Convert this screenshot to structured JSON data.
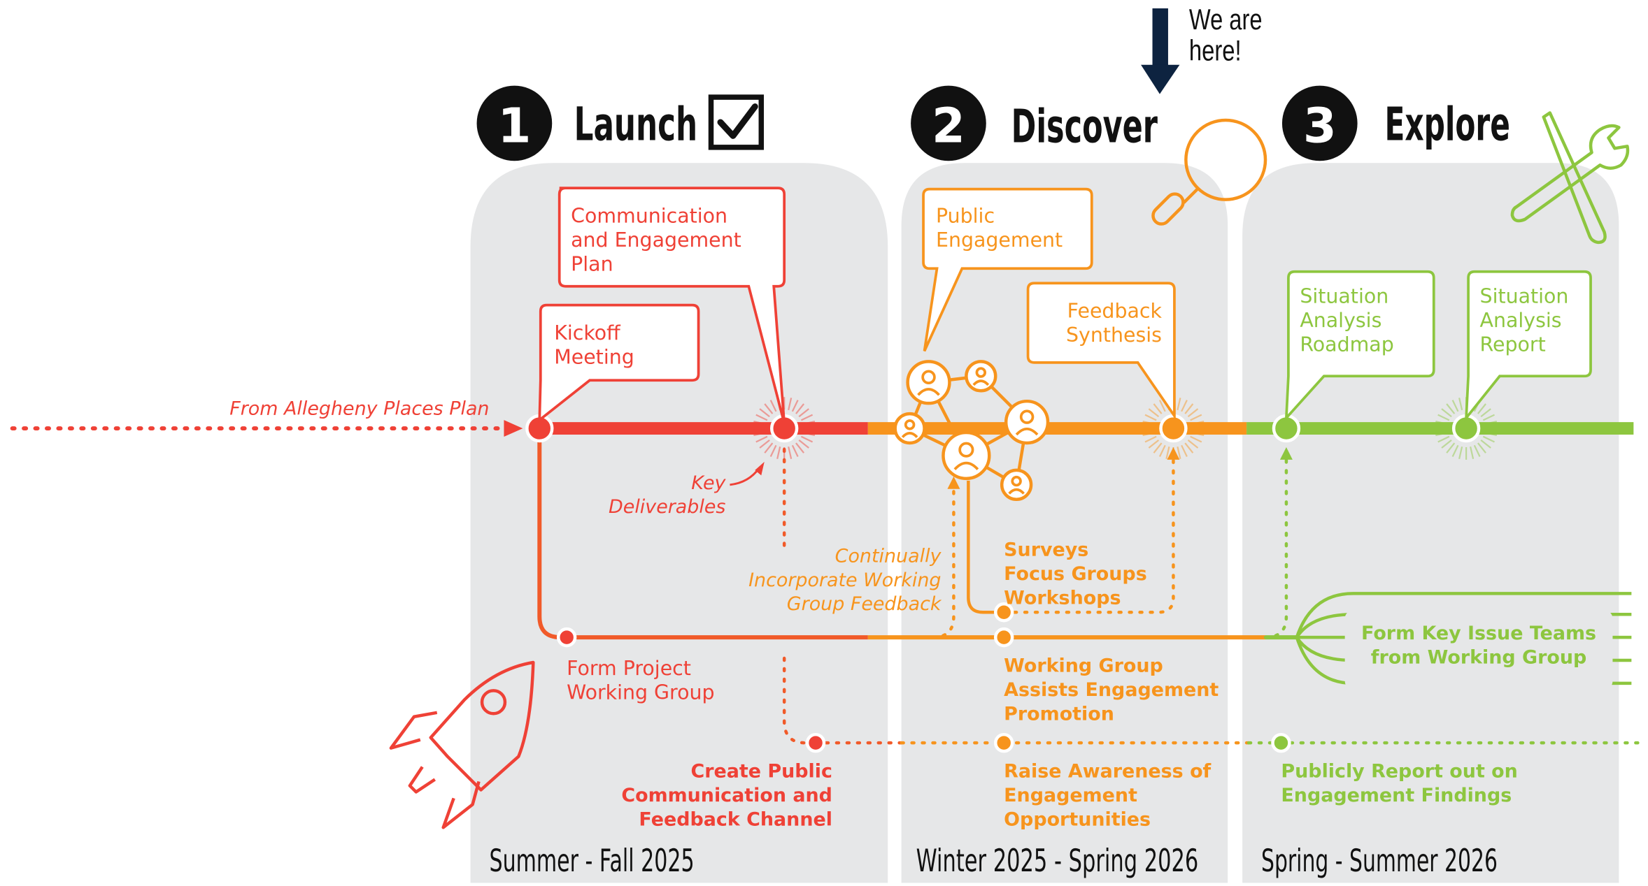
{
  "colors": {
    "red": "#ef4136",
    "orange": "#f7941d",
    "green": "#8dc63f",
    "navy": "#0d2340",
    "panel": "#e6e7e8",
    "black": "#111111"
  },
  "marker": {
    "text_line1": "We are",
    "text_line2": "here!"
  },
  "phases": [
    {
      "number": "1",
      "name": "Launch",
      "period": "Summer - Fall 2025",
      "icon": "checkbox-icon"
    },
    {
      "number": "2",
      "name": "Discover",
      "period": "Winter 2025 - Spring 2026",
      "icon": "magnifier-icon"
    },
    {
      "number": "3",
      "name": "Explore",
      "period": "Spring - Summer 2026",
      "icon": "tools-icon"
    }
  ],
  "callouts": {
    "comm_plan": [
      "Communication",
      "and Engagement",
      "Plan"
    ],
    "kickoff": [
      "Kickoff",
      "Meeting"
    ],
    "public_engagement": [
      "Public",
      "Engagement"
    ],
    "feedback_synthesis": [
      "Feedback",
      "Synthesis"
    ],
    "situation_roadmap": [
      "Situation",
      "Analysis",
      "Roadmap"
    ],
    "situation_report": [
      "Situation",
      "Analysis",
      "Report"
    ]
  },
  "labels": {
    "from_plan": "From Allegheny Places Plan",
    "key_deliverables": [
      "Key",
      "Deliverables"
    ],
    "continually": [
      "Continually",
      "Incorporate Working",
      "Group Feedback"
    ],
    "surveys": [
      "Surveys",
      "Focus Groups",
      "Workshops"
    ],
    "form_project": [
      "Form Project",
      "Working Group"
    ],
    "working_group_assists": [
      "Working Group",
      "Assists Engagement",
      "Promotion"
    ],
    "form_key_issue": [
      "Form Key Issue Teams",
      "from Working Group"
    ],
    "create_channel": [
      "Create Public",
      "Communication and",
      "Feedback Channel"
    ],
    "raise_awareness": [
      "Raise Awareness of",
      "Engagement",
      "Opportunities"
    ],
    "publicly_report": [
      "Publicly Report out on",
      "Engagement Findings"
    ]
  }
}
